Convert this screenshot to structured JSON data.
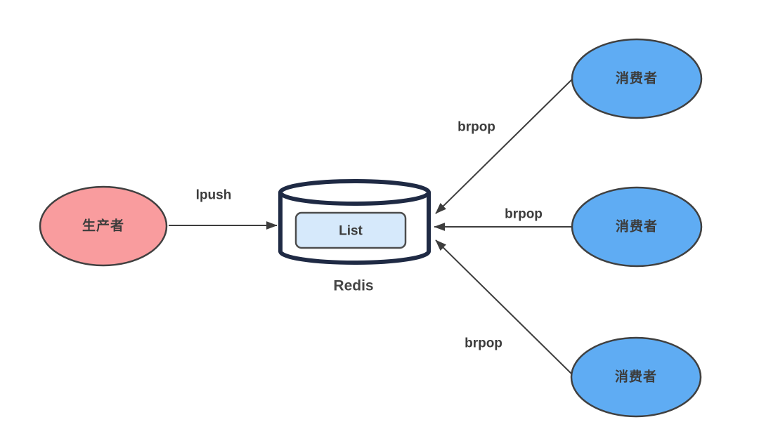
{
  "diagram": {
    "background": "#FFFFFF",
    "text_color": "#3C3C3C",
    "arrow_color": "#3D3D3D",
    "nodes": {
      "producer": {
        "label": "生产者",
        "fill": "#F99C9E",
        "border": "#404040"
      },
      "redis": {
        "label": "Redis",
        "list_label": "List",
        "body_fill": "#FFFFFF",
        "border": "#1F2A44",
        "list_fill": "#D6E9FB",
        "list_border": "#4D4D4D"
      },
      "consumers": [
        {
          "label": "消费者",
          "fill": "#5FACF3",
          "border": "#404040"
        },
        {
          "label": "消费者",
          "fill": "#5FACF3",
          "border": "#404040"
        },
        {
          "label": "消费者",
          "fill": "#5FACF3",
          "border": "#404040"
        }
      ]
    },
    "edges": [
      {
        "label": "lpush",
        "from": "producer",
        "to": "redis"
      },
      {
        "label": "brpop",
        "from": "consumer-1",
        "to": "redis"
      },
      {
        "label": "brpop",
        "from": "consumer-2",
        "to": "redis"
      },
      {
        "label": "brpop",
        "from": "consumer-3",
        "to": "redis"
      }
    ]
  }
}
